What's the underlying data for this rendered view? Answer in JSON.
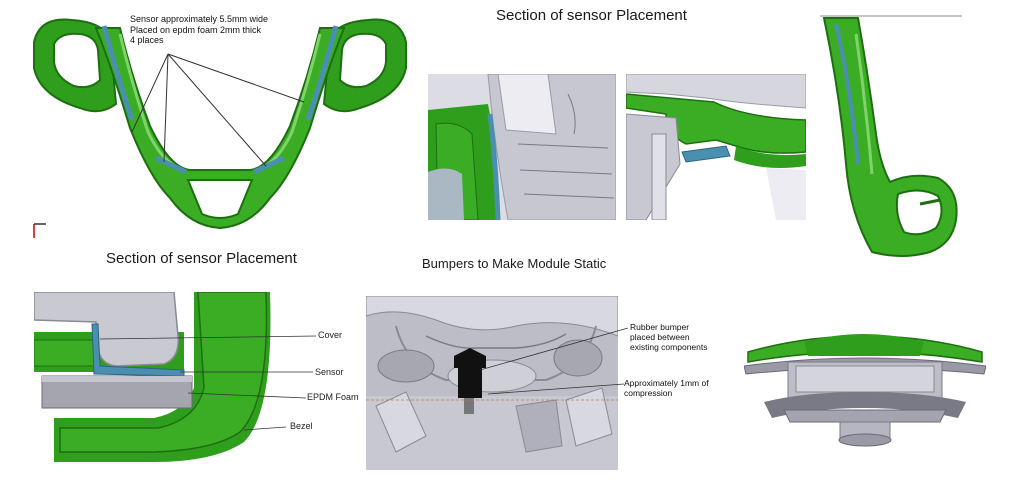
{
  "titles": {
    "top_section": "Section of sensor Placement",
    "bottom_section": "Section of sensor Placement",
    "bumpers": "Bumpers to Make Module Static"
  },
  "sensor_note": {
    "line1": "Sensor approximately 5.5mm wide",
    "line2": "Placed on epdm foam 2mm thick",
    "line3": "4 places"
  },
  "section_labels": {
    "cover": "Cover",
    "sensor": "Sensor",
    "foam": "EPDM Foam",
    "bezel": "Bezel"
  },
  "bumper_labels": {
    "rubber_line1": "Rubber bumper",
    "rubber_line2": "placed between",
    "rubber_line3": "existing components",
    "comp_line1": "Approximately 1mm of",
    "comp_line2": "compression"
  },
  "colors": {
    "bezel_green": "#2f9e1c",
    "bezel_dark": "#1d6f10",
    "sensor_blue": "#4a8fb0",
    "cad_grey": "#b9b9c3"
  }
}
